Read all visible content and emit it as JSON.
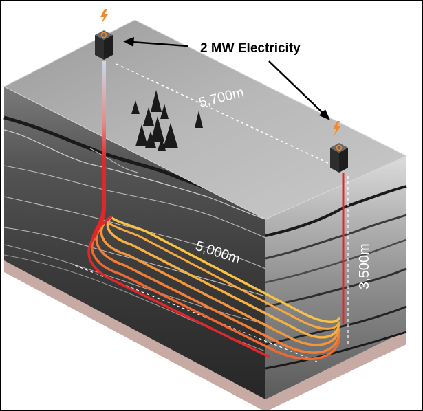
{
  "annotations": {
    "electricity_label": "2 MW Electricity",
    "surface_distance": "5,700m",
    "lateral_length": "5,000m",
    "well_depth": "3,500m"
  },
  "icons": {
    "power_symbol": "lightning-bolt-icon",
    "well_head": "well-head-icon",
    "trees": "conifer-tree-icon"
  },
  "colors": {
    "hot_pipe": "#e0282a",
    "warm_pipe": "#f7a43a",
    "cold_pipe": "#8cc4e6",
    "bolt": "#f08a2c",
    "surface": "#b5b5b5"
  }
}
